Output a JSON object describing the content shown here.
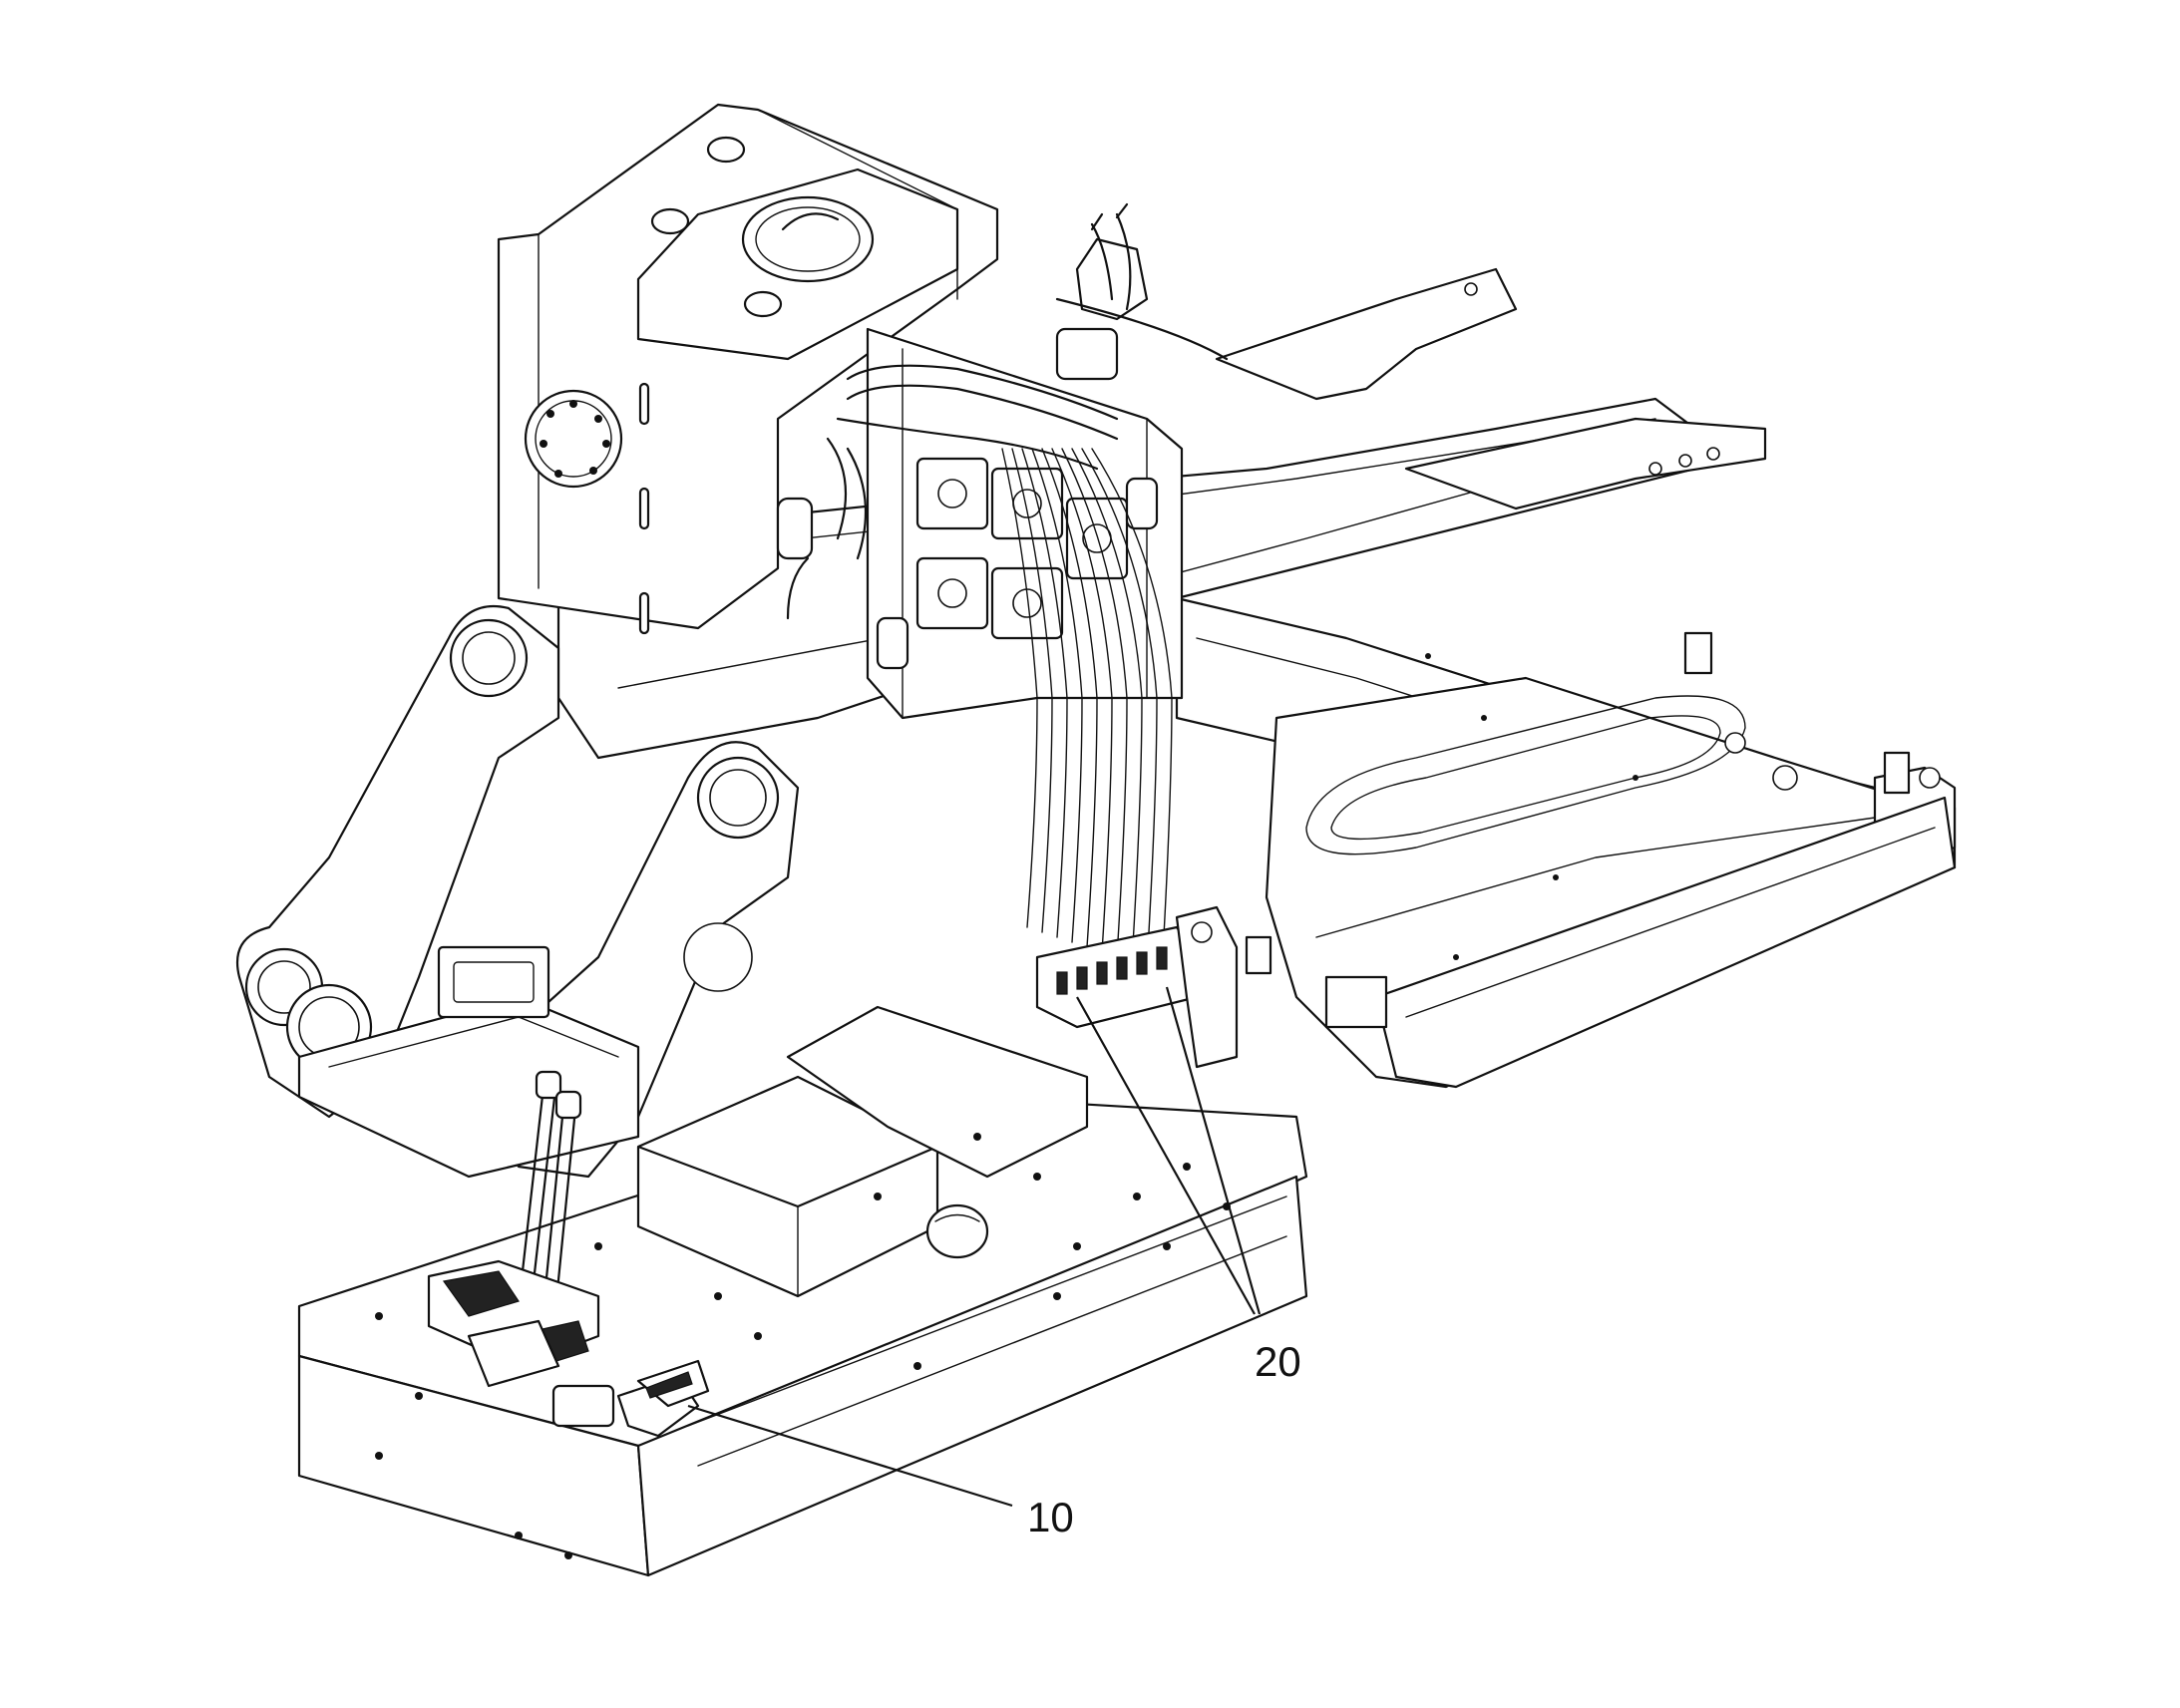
{
  "callouts": [
    {
      "id": "pedals",
      "text": "10"
    },
    {
      "id": "harness",
      "text": "20"
    }
  ],
  "colors": {
    "line": "#111111",
    "background": "#ffffff"
  }
}
